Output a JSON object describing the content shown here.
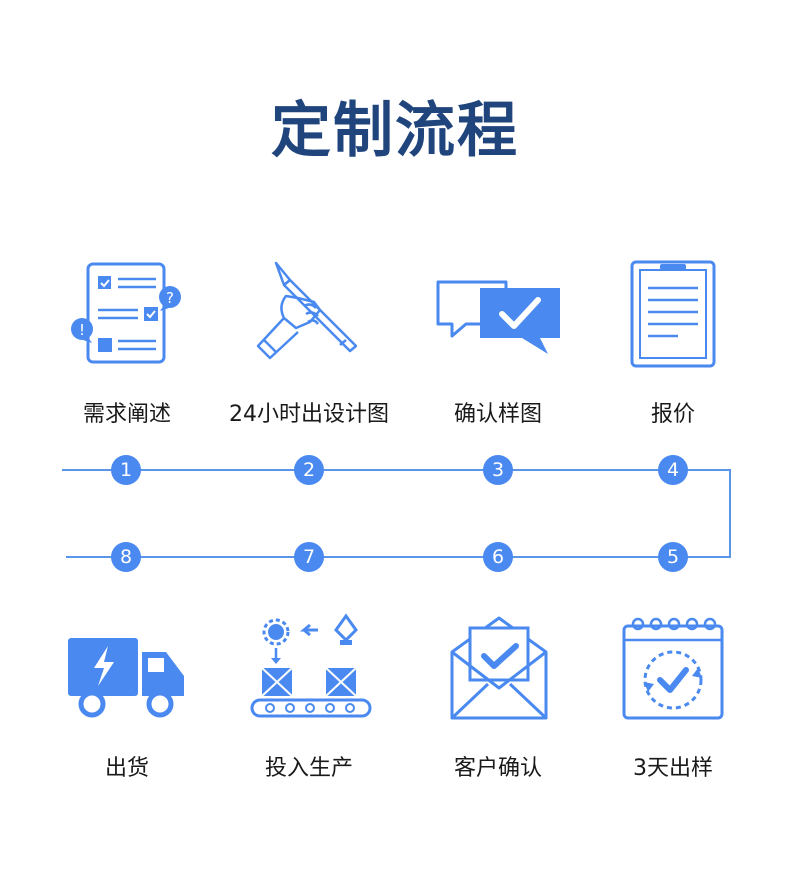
{
  "title": "定制流程",
  "colors": {
    "title": "#20457d",
    "accent": "#4a8af0",
    "line": "#5b95ea"
  },
  "steps": [
    {
      "number": "1",
      "label": "需求阐述",
      "icon": "checklist-question-icon"
    },
    {
      "number": "2",
      "label": "24小时出设计图",
      "icon": "hand-pencil-icon"
    },
    {
      "number": "3",
      "label": "确认样图",
      "icon": "chat-checkmark-icon"
    },
    {
      "number": "4",
      "label": "报价",
      "icon": "clipboard-document-icon"
    },
    {
      "number": "5",
      "label": "3天出样",
      "icon": "calendar-check-icon"
    },
    {
      "number": "6",
      "label": "客户确认",
      "icon": "envelope-check-icon"
    },
    {
      "number": "7",
      "label": "投入生产",
      "icon": "conveyor-production-icon"
    },
    {
      "number": "8",
      "label": "出货",
      "icon": "delivery-truck-icon"
    }
  ]
}
